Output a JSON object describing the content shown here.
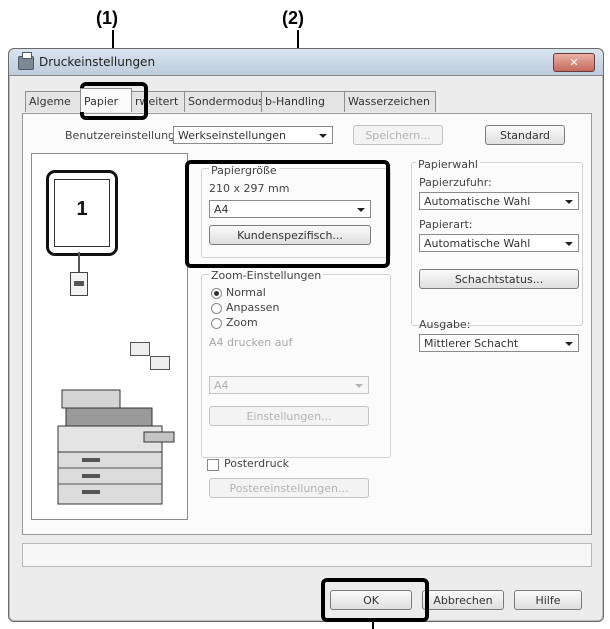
{
  "callouts": {
    "one": "(1)",
    "two": "(2)"
  },
  "window": {
    "title": "Druckeinstellungen"
  },
  "tabs": [
    {
      "label": "Algeme",
      "active": false
    },
    {
      "label": "Papier",
      "active": true
    },
    {
      "label": "rweitert",
      "active": false
    },
    {
      "label": "Sondermodus",
      "active": false
    },
    {
      "label": "b-Handling",
      "active": false
    },
    {
      "label": "Wasserzeichen",
      "active": false
    }
  ],
  "user_settings": {
    "label": "Benutzereinstellungen:",
    "value": "Werkseinstellungen",
    "save_label": "Speichern...",
    "default_label": "Standard"
  },
  "preview": {
    "page_number": "1"
  },
  "paper_size": {
    "group_label": "Papiergröße",
    "dimensions": "210 x 297 mm",
    "value": "A4",
    "custom_label": "Kundenspezifisch..."
  },
  "zoom": {
    "group_label": "Zoom-Einstellungen",
    "options": [
      "Normal",
      "Anpassen",
      "Zoom"
    ],
    "selected": "Normal",
    "print_on_label": "A4 drucken auf",
    "print_on_value": "A4",
    "settings_label": "Einstellungen..."
  },
  "poster": {
    "checkbox_label": "Posterdruck",
    "settings_label": "Postereinstellungen..."
  },
  "paper_select": {
    "group_label": "Papierwahl",
    "source_label": "Papierzufuhr:",
    "source_value": "Automatische Wahl",
    "type_label": "Papierart:",
    "type_value": "Automatische Wahl",
    "tray_status_label": "Schachtstatus..."
  },
  "output": {
    "label": "Ausgabe:",
    "value": "Mittlerer Schacht"
  },
  "footer": {
    "ok_label": "OK",
    "cancel_label": "Abbrechen",
    "help_label": "Hilfe"
  }
}
